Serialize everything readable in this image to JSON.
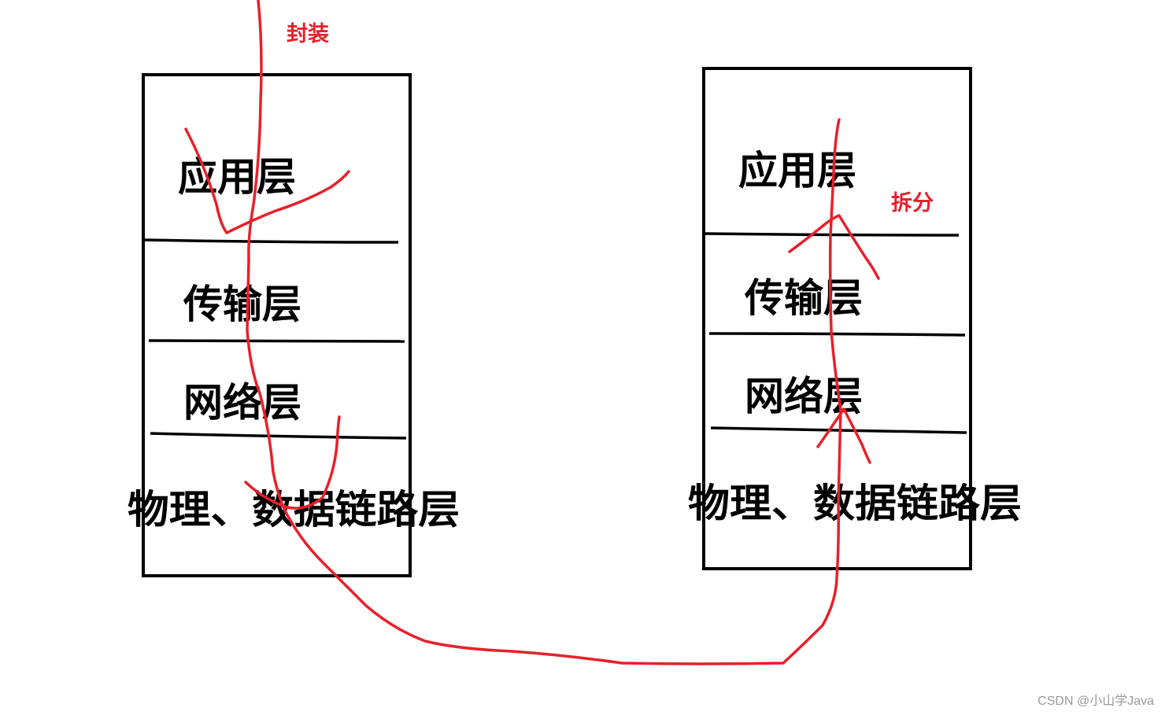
{
  "colors": {
    "stroke": "#000000",
    "annotation": "#e8202a",
    "watermark": "#9a9a9a"
  },
  "left_stack": {
    "layers": [
      "应用层",
      "传输层",
      "网络层",
      "物理、数据链路层"
    ]
  },
  "right_stack": {
    "layers": [
      "应用层",
      "传输层",
      "网络层",
      "物理、数据链路层"
    ]
  },
  "annotations": {
    "encapsulate": "封装",
    "decapsulate": "拆分"
  },
  "watermark": "CSDN @小山学Java"
}
